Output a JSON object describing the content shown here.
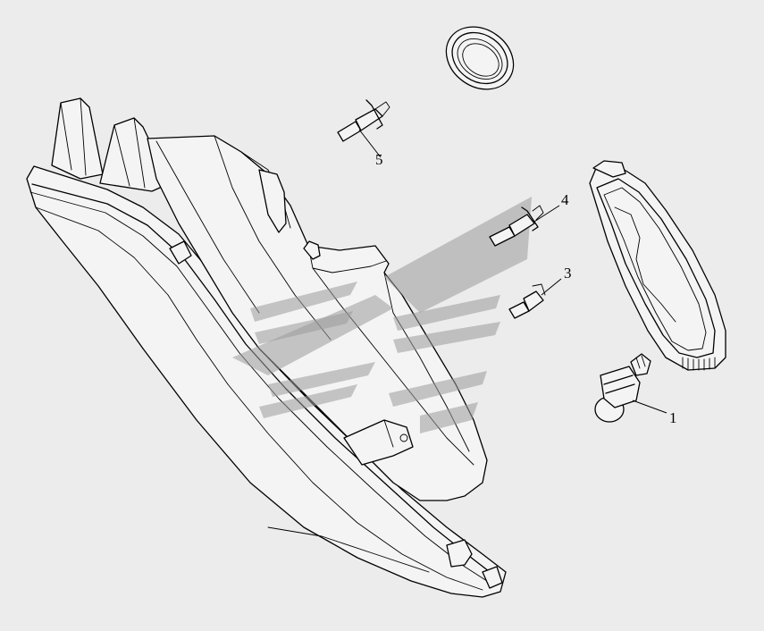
{
  "diagram": {
    "callouts": [
      {
        "id": "1",
        "label": "1"
      },
      {
        "id": "3",
        "label": "3"
      },
      {
        "id": "4",
        "label": "4"
      },
      {
        "id": "5",
        "label": "5"
      }
    ]
  }
}
